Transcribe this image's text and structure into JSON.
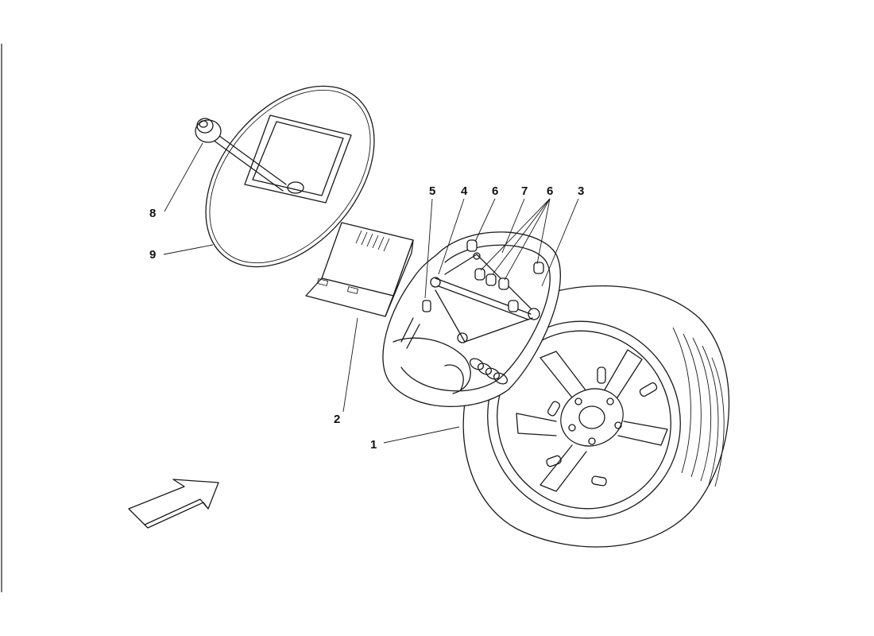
{
  "diagram": {
    "labels": [
      {
        "id": "1",
        "text": "1"
      },
      {
        "id": "2",
        "text": "2"
      },
      {
        "id": "3",
        "text": "3"
      },
      {
        "id": "4",
        "text": "4"
      },
      {
        "id": "5",
        "text": "5"
      },
      {
        "id": "6a",
        "text": "6"
      },
      {
        "id": "7",
        "text": "7"
      },
      {
        "id": "6b",
        "text": "6"
      },
      {
        "id": "8",
        "text": "8"
      },
      {
        "id": "9",
        "text": "9"
      }
    ]
  }
}
